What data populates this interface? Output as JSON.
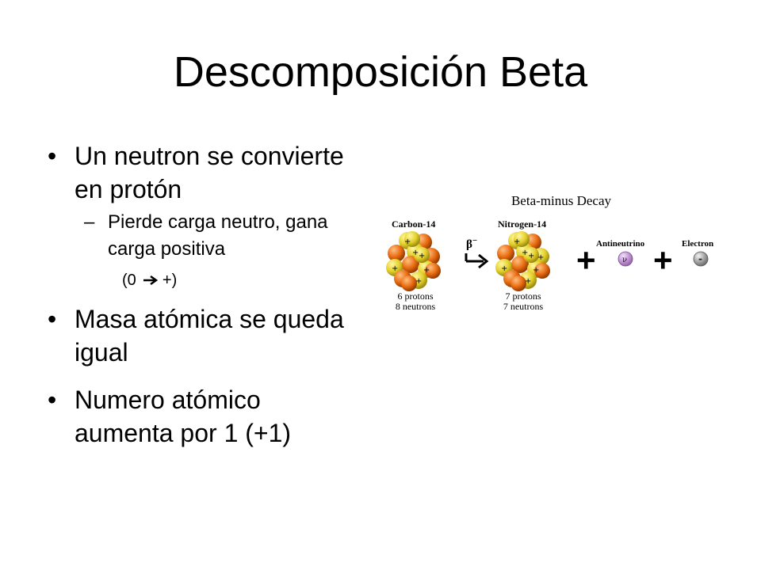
{
  "title": "Descomposición Beta",
  "bullets": [
    {
      "text": "Un neutron se convierte en protón"
    },
    {
      "text": "Masa atómica se queda igual"
    },
    {
      "text": "Numero atómico aumenta por 1 (+1)"
    }
  ],
  "sub_bullet": {
    "marker": "–",
    "text": "Pierde carga neutro, gana carga positiva"
  },
  "sub_sub_bullet": {
    "open": "(0",
    "close": " +)"
  },
  "bullet_marker": "•",
  "diagram": {
    "title": "Beta-minus Decay",
    "parent": {
      "name": "Carbon-14",
      "protons": "6 protons",
      "neutrons": "8 neutrons"
    },
    "daughter": {
      "name": "Nitrogen-14",
      "protons": "7 protons",
      "neutrons": "7 neutrons"
    },
    "emission_symbol": "β",
    "emission_charge": "−",
    "plus_sign": "+",
    "particle_1": {
      "name": "Antineutrino",
      "symbol": "ν̄"
    },
    "particle_2": {
      "name": "Electron",
      "symbol": "-"
    },
    "colors": {
      "proton": "#e8d838",
      "neutron": "#e86a10",
      "antineutrino": "#c79ad6",
      "electron": "#9a9a9a"
    }
  }
}
